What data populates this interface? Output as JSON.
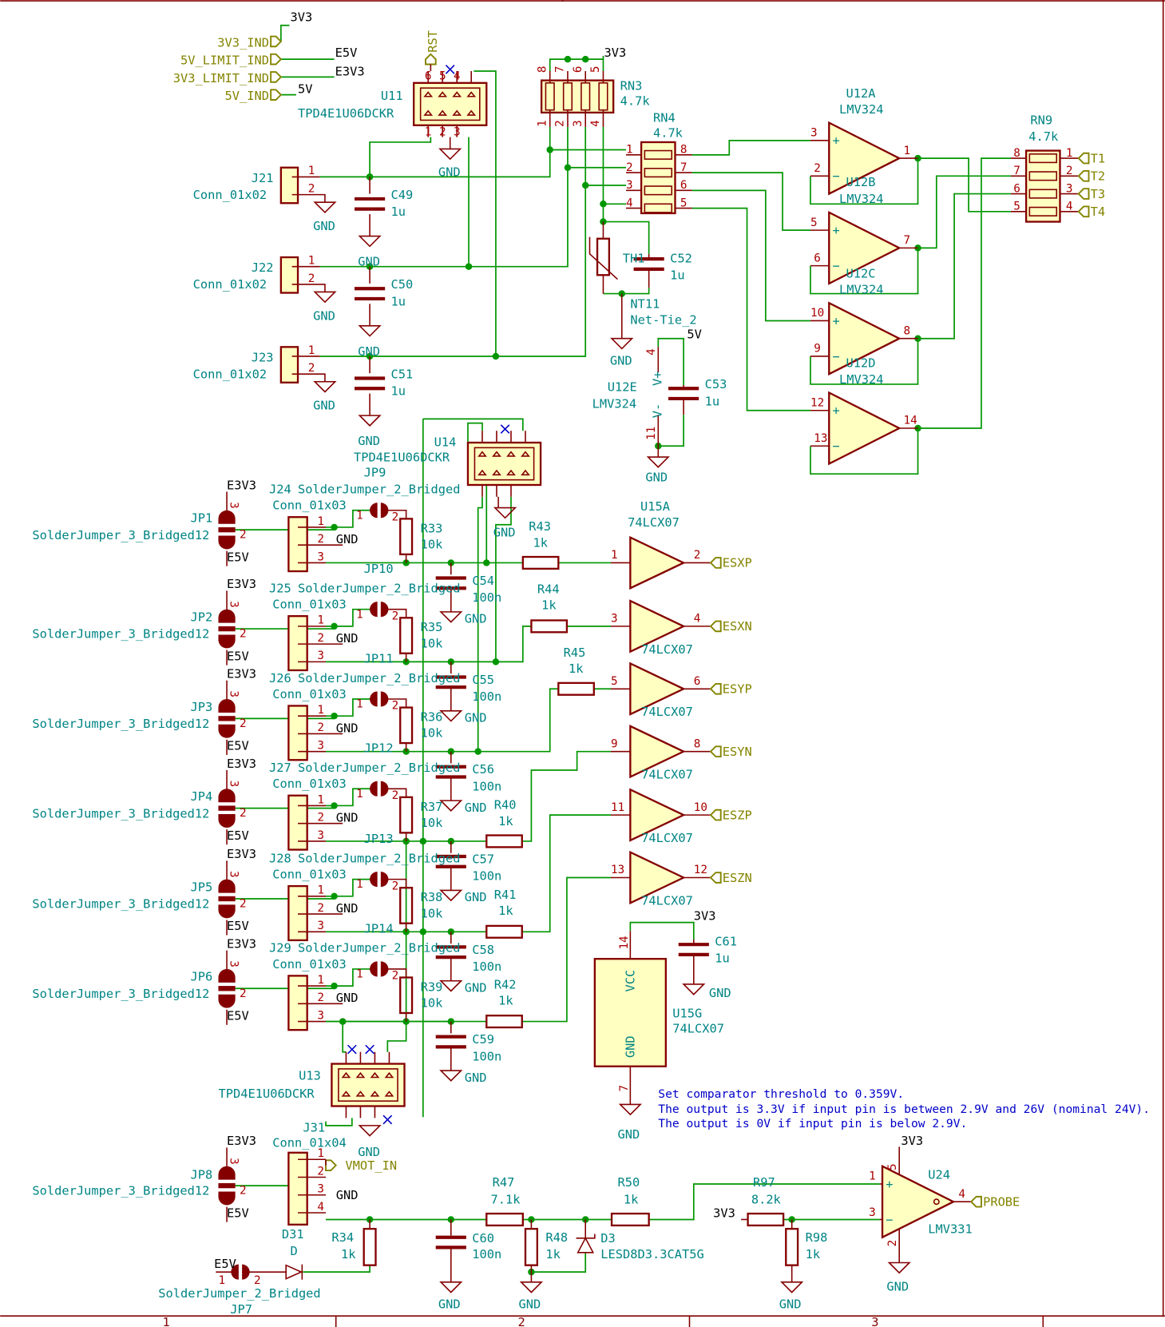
{
  "sheet": {
    "columns": [
      "1",
      "2",
      "3"
    ]
  },
  "gnd": "GND",
  "top": {
    "indicators": [
      {
        "label": "3V3_IND",
        "net": "3V3"
      },
      {
        "label": "5V_LIMIT_IND",
        "net": "E5V"
      },
      {
        "label": "3V3_LIMIT_IND",
        "net": "E3V3"
      },
      {
        "label": "5V_IND",
        "net": "5V"
      }
    ],
    "u11": {
      "ref": "U11",
      "value": "TPD4E1U06DCKR",
      "rst": "RST",
      "pins_top": [
        "6",
        "5",
        "4"
      ],
      "pins_bottom": [
        "1",
        "2",
        "3"
      ]
    },
    "inputs": [
      {
        "ref": "J21",
        "value": "Conn_01x02",
        "cap": "C49",
        "cap_value": "1u"
      },
      {
        "ref": "J22",
        "value": "Conn_01x02",
        "cap": "C50",
        "cap_value": "1u"
      },
      {
        "ref": "J23",
        "value": "Conn_01x02",
        "cap": "C51",
        "cap_value": "1u"
      }
    ],
    "conn_pins": [
      "1",
      "2"
    ],
    "rn3": {
      "ref": "RN3",
      "value": "4.7k",
      "net": "3V3",
      "pins_top": [
        "8",
        "7",
        "6",
        "5"
      ],
      "pins_bottom": [
        "1",
        "2",
        "3",
        "4"
      ]
    },
    "rn4": {
      "ref": "RN4",
      "value": "4.7k",
      "pins_left": [
        "1",
        "2",
        "3",
        "4"
      ],
      "pins_right": [
        "8",
        "7",
        "6",
        "5"
      ]
    },
    "th1": {
      "ref": "TH1"
    },
    "c52": {
      "ref": "C52",
      "value": "1u"
    },
    "nt11": {
      "ref": "NT11",
      "value": "Net-Tie_2"
    },
    "u12e": {
      "ref": "U12E",
      "value": "LMV324",
      "net": "5V",
      "vplus": "V+",
      "vminus": "V-",
      "pin_vplus": "4",
      "pin_vminus": "11"
    },
    "c53": {
      "ref": "C53",
      "value": "1u"
    },
    "opamps": [
      {
        "ref": "U12A",
        "value": "LMV324",
        "pin_plus": "3",
        "pin_minus": "2",
        "pin_out": "1"
      },
      {
        "ref": "U12B",
        "value": "LMV324",
        "pin_plus": "5",
        "pin_minus": "6",
        "pin_out": "7"
      },
      {
        "ref": "U12C",
        "value": "LMV324",
        "pin_plus": "10",
        "pin_minus": "9",
        "pin_out": "8"
      },
      {
        "ref": "U12D",
        "value": "LMV324",
        "pin_plus": "12",
        "pin_minus": "13",
        "pin_out": "14"
      }
    ],
    "rn9": {
      "ref": "RN9",
      "value": "4.7k",
      "pins_left": [
        "8",
        "7",
        "6",
        "5"
      ],
      "pins_right": [
        "1",
        "2",
        "3",
        "4"
      ]
    },
    "outputs": [
      "T1",
      "T2",
      "T3",
      "T4"
    ]
  },
  "middle": {
    "e3v3": "E3V3",
    "e5v": "E5V",
    "jumper3_value": "SolderJumper_3_Bridged12",
    "conn_value": "Conn_01x03",
    "jumper2_value": "SolderJumper_2_Bridged",
    "buffer_value": "74LCX07",
    "jumper_pins": [
      "1",
      "2",
      "3"
    ],
    "channels": [
      {
        "jumper3": "JP1",
        "conn": "J24",
        "jumper2": "JP9",
        "r_pull": "R33",
        "r_pull_value": "10k",
        "cap": "C54",
        "cap_value": "100n",
        "r_series": "R43",
        "r_series_value": "1k",
        "buf_ref": "U15A",
        "buf_in": "1",
        "buf_out": "2",
        "output": "ESXP"
      },
      {
        "jumper3": "JP2",
        "conn": "J25",
        "jumper2": "JP10",
        "r_pull": "R35",
        "r_pull_value": "10k",
        "cap": "C55",
        "cap_value": "100n",
        "r_series": "R44",
        "r_series_value": "1k",
        "buf_ref": "",
        "buf_in": "3",
        "buf_out": "4",
        "output": "ESXN"
      },
      {
        "jumper3": "JP3",
        "conn": "J26",
        "jumper2": "JP11",
        "r_pull": "R36",
        "r_pull_value": "10k",
        "cap": "C56",
        "cap_value": "100n",
        "r_series": "R45",
        "r_series_value": "1k",
        "buf_ref": "",
        "buf_in": "5",
        "buf_out": "6",
        "output": "ESYP"
      },
      {
        "jumper3": "JP4",
        "conn": "J27",
        "jumper2": "JP12",
        "r_pull": "R37",
        "r_pull_value": "10k",
        "cap": "C57",
        "cap_value": "100n",
        "r_series": "R40",
        "r_series_value": "1k",
        "buf_ref": "",
        "buf_in": "9",
        "buf_out": "8",
        "output": "ESYN"
      },
      {
        "jumper3": "JP5",
        "conn": "J28",
        "jumper2": "JP13",
        "r_pull": "R38",
        "r_pull_value": "10k",
        "cap": "C58",
        "cap_value": "100n",
        "r_series": "R41",
        "r_series_value": "1k",
        "buf_ref": "",
        "buf_in": "11",
        "buf_out": "10",
        "output": "ESZP"
      },
      {
        "jumper3": "JP6",
        "conn": "J29",
        "jumper2": "JP14",
        "r_pull": "R39",
        "r_pull_value": "10k",
        "cap": "C59",
        "cap_value": "100n",
        "r_series": "R42",
        "r_series_value": "1k",
        "buf_ref": "",
        "buf_in": "13",
        "buf_out": "12",
        "output": "ESZN"
      }
    ],
    "u14": {
      "ref": "U14",
      "value": "TPD4E1U06DCKR"
    },
    "u13": {
      "ref": "U13",
      "value": "TPD4E1U06DCKR"
    },
    "u15g": {
      "ref": "U15G",
      "value": "74LCX07",
      "vcc": "VCC",
      "gnd": "GND",
      "pin_vcc": "14",
      "pin_gnd": "7",
      "net": "3V3"
    },
    "c61": {
      "ref": "C61",
      "value": "1u"
    }
  },
  "note": [
    "Set comparator threshold to 0.359V.",
    "The output is 3.3V if input pin is between 2.9V and 26V (nominal 24V).",
    "The output is 0V if input pin is below 2.9V."
  ],
  "bottom": {
    "jp8": {
      "ref": "JP8",
      "value": "SolderJumper_3_Bridged12",
      "net_top": "E3V3",
      "net_bottom": "E5V"
    },
    "j31": {
      "ref": "J31",
      "value": "Conn_01x04",
      "pins": [
        "1",
        "2",
        "3",
        "4"
      ],
      "vmot": "VMOT_IN"
    },
    "r34": {
      "ref": "R34",
      "value": "1k"
    },
    "d31": {
      "ref": "D31",
      "value": "D"
    },
    "jp7": {
      "ref": "JP7",
      "value": "SolderJumper_2_Bridged",
      "net": "E5V",
      "pins": [
        "1",
        "2"
      ]
    },
    "c60": {
      "ref": "C60",
      "value": "100n"
    },
    "r47": {
      "ref": "R47",
      "value": "7.1k"
    },
    "r48": {
      "ref": "R48",
      "value": "1k"
    },
    "d3": {
      "ref": "D3",
      "value": "LESD8D3.3CAT5G"
    },
    "r50": {
      "ref": "R50",
      "value": "1k"
    },
    "r97": {
      "ref": "R97",
      "value": "8.2k",
      "net": "3V3"
    },
    "r98": {
      "ref": "R98",
      "value": "1k"
    },
    "u24": {
      "ref": "U24",
      "value": "LMV331",
      "net": "3V3",
      "pin_plus": "1",
      "pin_minus": "3",
      "pin_out": "4",
      "pin_vplus": "5",
      "pin_gnd": "2",
      "output": "PROBE"
    }
  },
  "colors": {
    "wire": "#009600",
    "component": "#840000",
    "fill": "#ffffc2",
    "reference": "#008484",
    "global_label": "#848400",
    "note": "#0000c8"
  }
}
